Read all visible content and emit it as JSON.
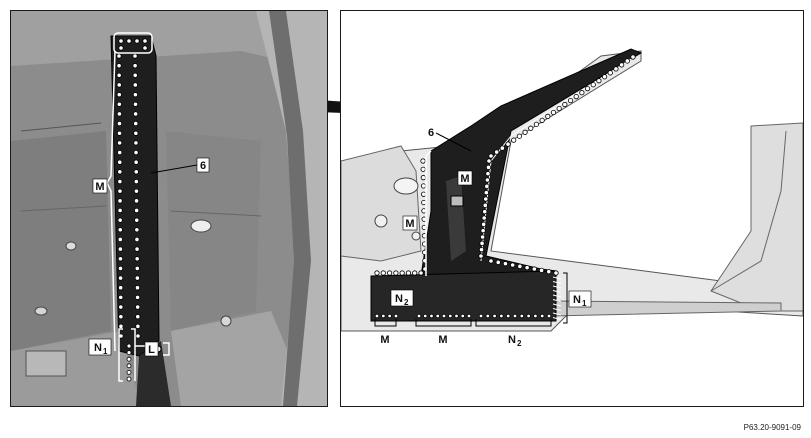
{
  "left_view": {
    "labels": {
      "part_number": "6",
      "weld_m": "M",
      "weld_n1_main": "N",
      "weld_n1_sub": "1",
      "weld_l": "L"
    }
  },
  "right_view": {
    "labels": {
      "part_number": "6",
      "weld_m_upper": "M",
      "weld_m_lower": "M",
      "weld_m_bottom_left": "M",
      "weld_m_bottom_mid": "M",
      "weld_n1_main": "N",
      "weld_n1_sub": "1",
      "weld_n2_box_main": "N",
      "weld_n2_box_sub": "2",
      "weld_n2_bottom_main": "N",
      "weld_n2_bottom_sub": "2"
    }
  },
  "figure_code": "P63.20-9091-09",
  "colors": {
    "panel_grey": "#8f8f8f",
    "dark_part": "#1e1e1e",
    "light_body": "#e9e9e9",
    "outline": "#1a1a1a"
  }
}
